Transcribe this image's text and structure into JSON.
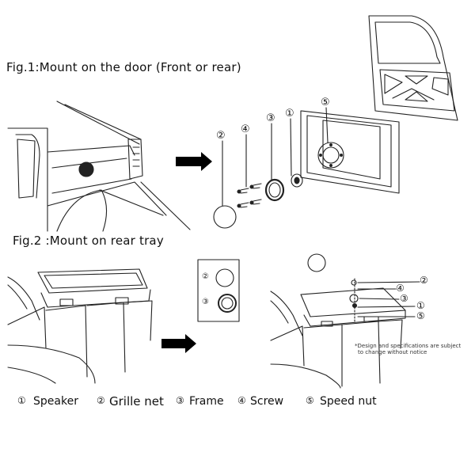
{
  "figure1": {
    "title": "Fig.1:Mount on the door (Front or rear)",
    "callouts": [
      "②",
      "④",
      "③",
      "①",
      "⑤"
    ]
  },
  "figure2": {
    "title": "Fig.2 :Mount on rear tray",
    "inset_callouts": [
      "②",
      "③"
    ],
    "callouts": [
      "④",
      "②",
      "③",
      "①",
      "⑤"
    ],
    "note_line1": "*Design and specifications are subject",
    "note_line2": "to change without notice"
  },
  "legend": [
    {
      "num": "①",
      "label": "Speaker"
    },
    {
      "num": "②",
      "label": "Grille net"
    },
    {
      "num": "③",
      "label": "Frame"
    },
    {
      "num": "④",
      "label": "Screw"
    },
    {
      "num": "⑤",
      "label": "Speed nut"
    }
  ]
}
